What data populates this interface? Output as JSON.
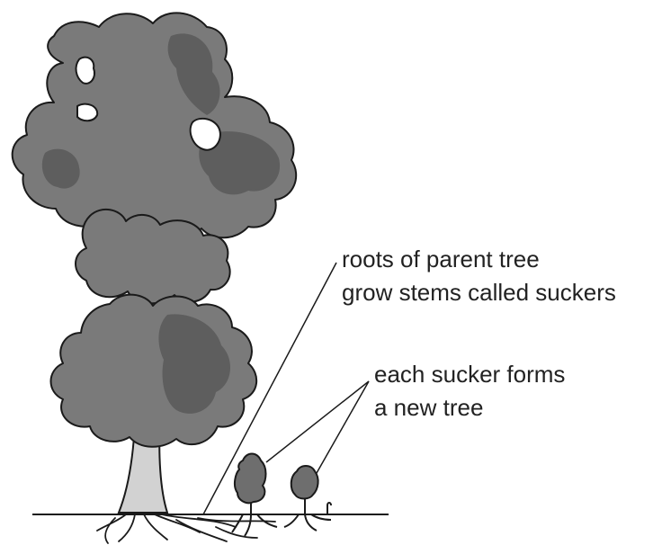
{
  "labels": {
    "roots_line1": "roots of parent tree",
    "roots_line2": "grow stems called suckers",
    "sucker_line1": "each sucker forms",
    "sucker_line2": "a new tree"
  },
  "colors": {
    "foliage": "#7a7a7a",
    "foliage_dark": "#5e5e5e",
    "trunk": "#d2d2d2",
    "outline": "#1a1a1a",
    "text": "#222222"
  }
}
